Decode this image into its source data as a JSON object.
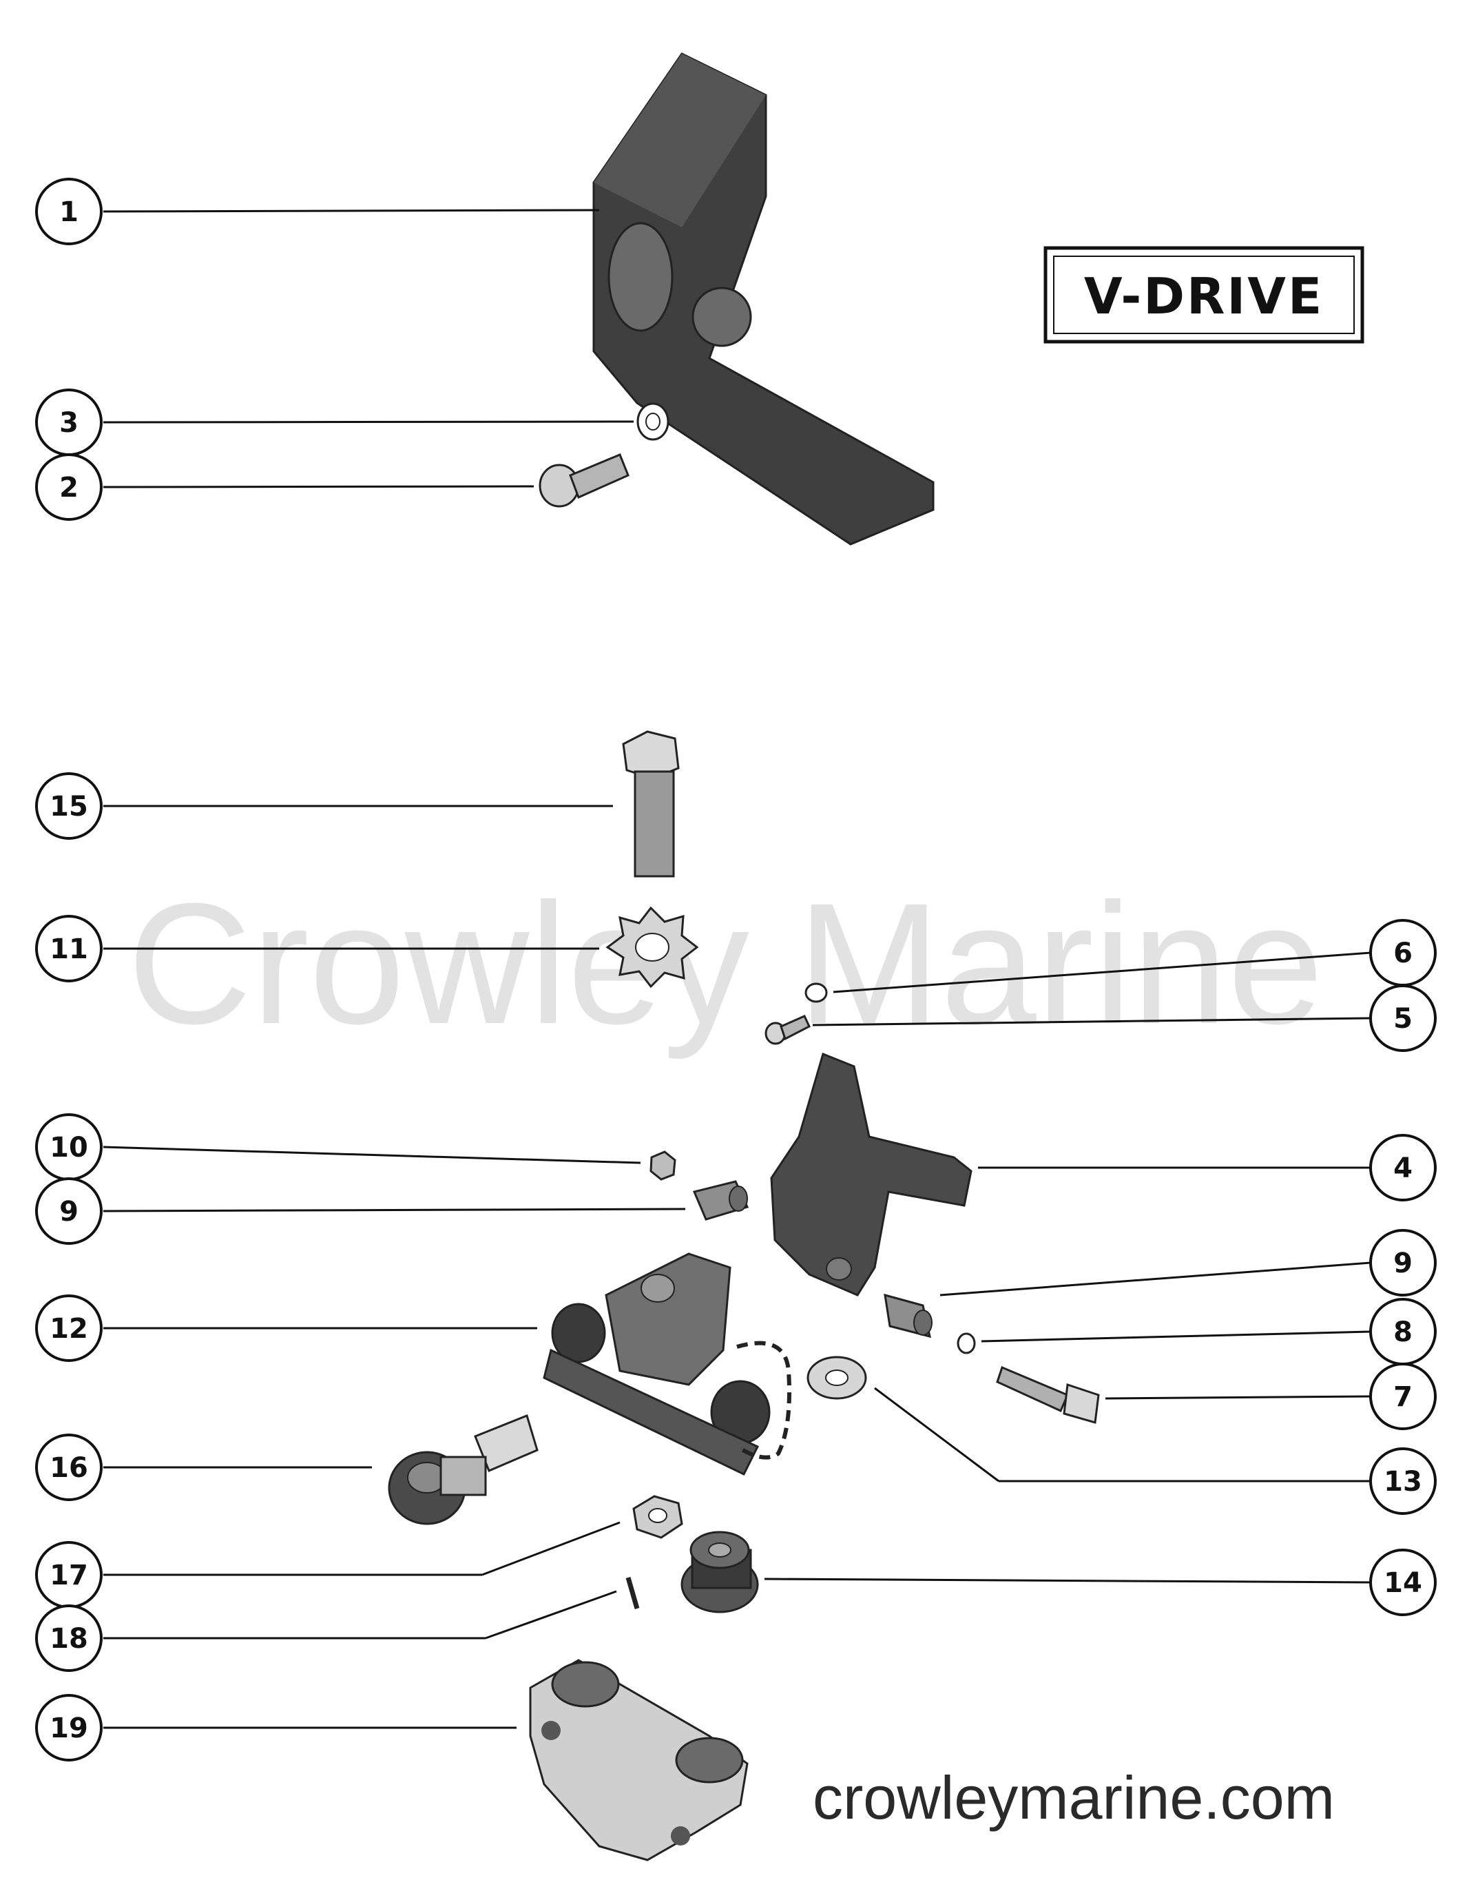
{
  "title": "V-DRIVE",
  "watermark": "Crowley Marine",
  "site_url": "crowleymarine.com",
  "callouts": [
    {
      "label": "1"
    },
    {
      "label": "3"
    },
    {
      "label": "2"
    },
    {
      "label": "15"
    },
    {
      "label": "11"
    },
    {
      "label": "10"
    },
    {
      "label": "9"
    },
    {
      "label": "12"
    },
    {
      "label": "16"
    },
    {
      "label": "17"
    },
    {
      "label": "18"
    },
    {
      "label": "19"
    },
    {
      "label": "6"
    },
    {
      "label": "5"
    },
    {
      "label": "4"
    },
    {
      "label": "9"
    },
    {
      "label": "8"
    },
    {
      "label": "7"
    },
    {
      "label": "13"
    },
    {
      "label": "14"
    }
  ],
  "colors": {
    "part_dark": "#3b3b3b",
    "part_mid": "#8a8a8a",
    "part_light": "#c9c9c9",
    "ink": "#111111"
  }
}
